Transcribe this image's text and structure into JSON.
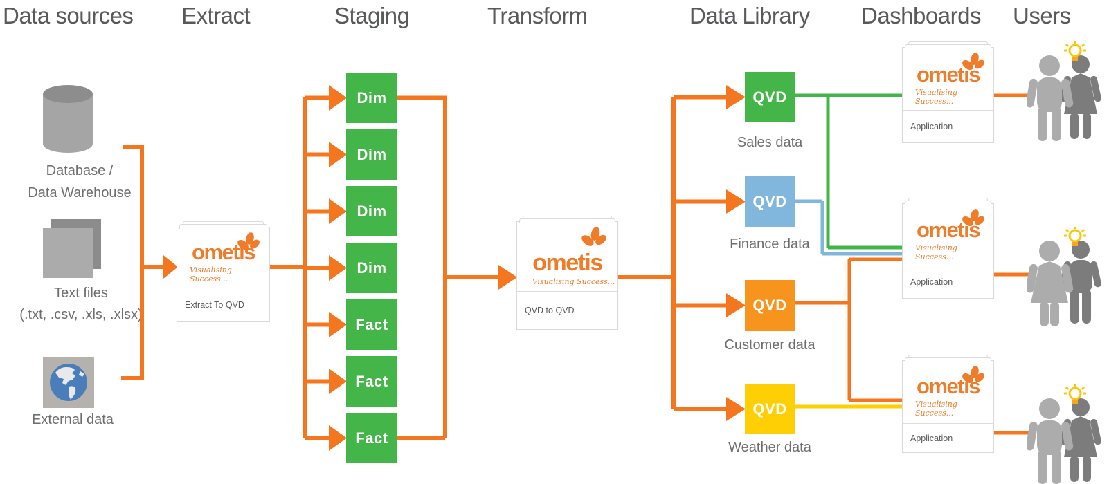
{
  "headers": {
    "data_sources": "Data sources",
    "extract": "Extract",
    "staging": "Staging",
    "transform": "Transform",
    "data_library": "Data Library",
    "dashboards": "Dashboards",
    "users": "Users"
  },
  "sources": {
    "database": {
      "line1": "Database /",
      "line2": "Data Warehouse"
    },
    "text_files": {
      "line1": "Text files",
      "line2": "(.txt, .csv, .xls, .xlsx)"
    },
    "external": {
      "label": "External data"
    }
  },
  "extract_card": {
    "brand": "ometis",
    "tagline": "Visualising Success...",
    "label": "Extract To QVD"
  },
  "transform_card": {
    "brand": "ometis",
    "tagline": "Visualising Success...",
    "label": "QVD to QVD"
  },
  "staging": {
    "boxes": [
      "Dim",
      "Dim",
      "Dim",
      "Dim",
      "Fact",
      "Fact",
      "Fact"
    ]
  },
  "data_library": {
    "items": [
      {
        "label": "QVD",
        "caption": "Sales data",
        "color": "#44B649"
      },
      {
        "label": "QVD",
        "caption": "Finance data",
        "color": "#82B7DD"
      },
      {
        "label": "QVD",
        "caption": "Customer data",
        "color": "#F6941E"
      },
      {
        "label": "QVD",
        "caption": "Weather data",
        "color": "#FFCF05"
      }
    ]
  },
  "dashboards": {
    "cards": [
      {
        "brand": "ometis",
        "tagline": "Visualising Success...",
        "label": "Application"
      },
      {
        "brand": "ometis",
        "tagline": "Visualising Success...",
        "label": "Application"
      },
      {
        "brand": "ometis",
        "tagline": "Visualising Success...",
        "label": "Application"
      }
    ]
  },
  "colors": {
    "connector": "#F4771F",
    "brand_orange": "#F07C2A",
    "green": "#44B649",
    "blue": "#82B7DD",
    "qvd_orange": "#F6941E",
    "yellow": "#FFCF05",
    "cyl_body": "#A5A5A5",
    "cyl_top": "#8D8D8D",
    "file_front": "#ABABAB",
    "file_back": "#8C8C8C",
    "globe_bg": "#B5B1AD",
    "globe_sea": "#4A7EBB",
    "globe_land": "#E9E9E9",
    "user_light": "#ACACAC",
    "user_dark": "#7C7C7C",
    "bulb": "#FDC608",
    "bulb_base": "#F5A81C"
  }
}
